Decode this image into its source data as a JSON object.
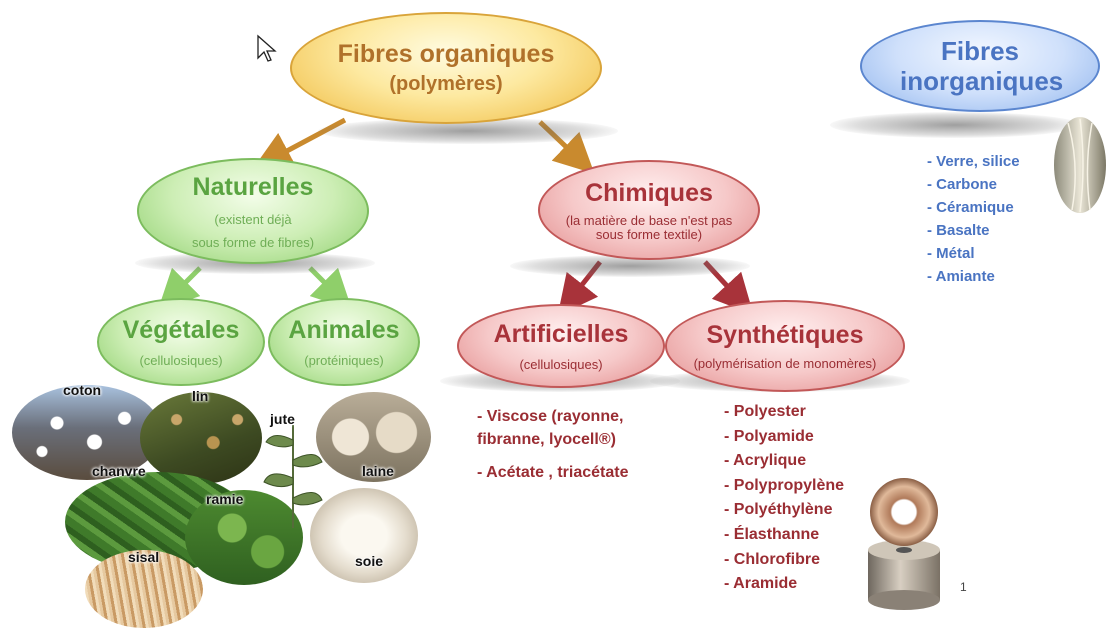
{
  "root": {
    "title": "Fibres organiques",
    "subtitle": "(polymères)"
  },
  "inorganic": {
    "title": "Fibres inorganiques",
    "items": [
      "- Verre, silice",
      "- Carbone",
      "- Céramique",
      "- Basalte",
      "- Métal",
      "- Amiante"
    ]
  },
  "naturelles": {
    "title": "Naturelles",
    "subtitle_line1": "(existent déjà",
    "subtitle_line2": "sous forme de fibres)"
  },
  "chimiques": {
    "title": "Chimiques",
    "subtitle": "(la matière de base n'est pas sous forme textile)"
  },
  "vegetales": {
    "title": "Végétales",
    "subtitle": "(cellulosiques)"
  },
  "animales": {
    "title": "Animales",
    "subtitle": "(protéiniques)"
  },
  "artificielles": {
    "title": "Artificielles",
    "subtitle": "(cellulosiques)",
    "items": [
      "- Viscose (rayonne, fibranne, lyocell®)",
      "- Acétate , triacétate"
    ]
  },
  "synthetiques": {
    "title": "Synthétiques",
    "subtitle": "(polymérisation de monomères)",
    "items": [
      "- Polyester",
      "- Polyamide",
      "- Acrylique",
      "- Polypropylène",
      "- Polyéthylène",
      "- Élasthanne",
      "- Chlorofibre",
      "- Aramide"
    ]
  },
  "photo_labels": {
    "coton": "coton",
    "lin": "lin",
    "jute": "jute",
    "chanvre": "chanvre",
    "ramie": "ramie",
    "sisal": "sisal",
    "laine": "laine",
    "soie": "soie"
  },
  "page_number": "1",
  "colors": {
    "orange_arrow": "#c98a2e",
    "green_arrow": "#8fcf6a",
    "red_arrow": "#a8333a",
    "inorganic_text": "#4a74c2",
    "chemical_text": "#9a2d33"
  }
}
